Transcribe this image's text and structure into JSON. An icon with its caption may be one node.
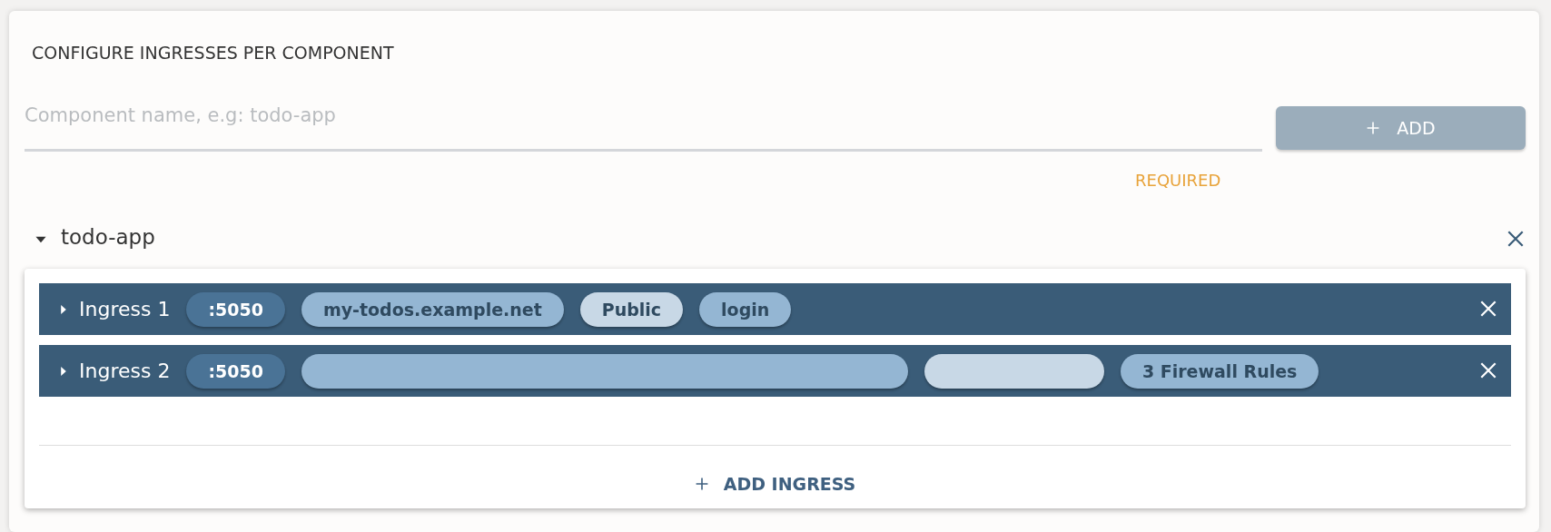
{
  "diagram": {
    "title": "CONFIGURE INGRESSES PER COMPONENT",
    "nodes": [
      {
        "text": [
          "Component name, e.g: todo-app"
        ]
      },
      {
        "text": [
          "ADD"
        ]
      },
      {
        "text": [
          "todo-app"
        ]
      },
      {
        "text": [
          "Ingress 1"
        ],
        "in": 2
      },
      {
        "text": [
          ":5050"
        ],
        "in": 3
      },
      {
        "text": [
          "my-todos.example.net"
        ],
        "in": 3
      },
      {
        "text": [
          "Public"
        ],
        "in": 3
      },
      {
        "text": [
          "login"
        ],
        "in": 3
      },
      {
        "text": [
          "Ingress 2"
        ],
        "in": 2
      },
      {
        "text": [
          ":5050"
        ],
        "in": 8
      },
      {
        "text": [],
        "shape": "box",
        "in": 8
      },
      {
        "text": [],
        "shape": "box",
        "in": 8
      },
      {
        "text": [
          "3 Firewall Rules"
        ],
        "in": 8
      },
      {
        "text": [
          "ADD INGRESS"
        ],
        "in": 2
      }
    ],
    "labels": [
      "REQUIRED"
    ]
  }
}
